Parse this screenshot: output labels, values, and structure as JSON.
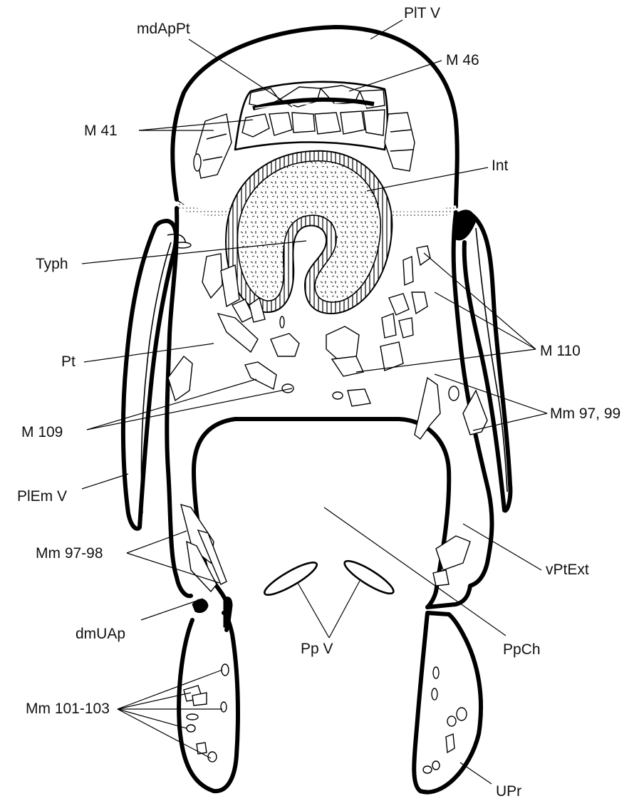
{
  "labels": {
    "plt_v": "PlT V",
    "mdappt": "mdApPt",
    "m46": "M 46",
    "m41": "M 41",
    "int": "Int",
    "typh": "Typh",
    "pt": "Pt",
    "m110": "M 110",
    "m109": "M 109",
    "mm97_99": "Mm 97, 99",
    "plem_v": "PlEm V",
    "mm97_98": "Mm 97-98",
    "vptext": "vPtExt",
    "dmuap": "dmUAp",
    "pp_v": "Pp V",
    "ppch": "PpCh",
    "mm101_103": "Mm 101-103",
    "upr": "UPr"
  }
}
